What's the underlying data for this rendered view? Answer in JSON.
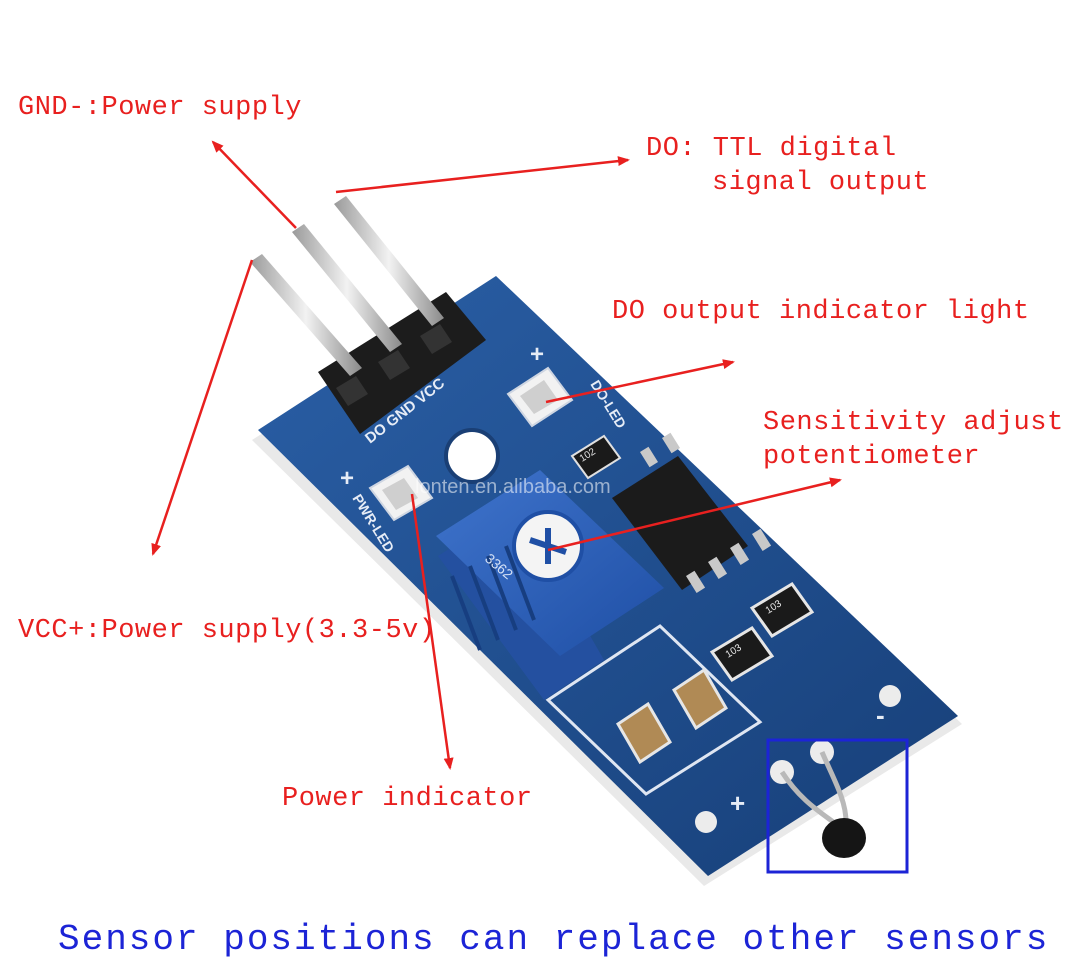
{
  "labels": {
    "gnd": "GND-:Power supply",
    "do_line1": "DO: TTL digital",
    "do_line2": "signal output",
    "do_led": "DO output indicator light",
    "sens_line1": "Sensitivity adjust",
    "sens_line2": "potentiometer",
    "vcc": "VCC+:Power supply(3.3-5v)",
    "power_ind": "Power indicator"
  },
  "caption": "Sensor positions can replace other sensors",
  "watermark": "lonten.en.alibaba.com",
  "silkscreen": {
    "pins": "DO GND VCC",
    "do_led": "DO-LED",
    "pwr_led": "PWR-LED",
    "plus": "+",
    "minus": "-",
    "pot_code": "3362",
    "chip_r": "102",
    "res1": "103",
    "res2": "103"
  },
  "colors": {
    "annotation": "#e8201f",
    "caption": "#1c24d6",
    "pcb": "#1f4f8f",
    "pot": "#2d5fb8",
    "highlight_box": "#1c24d6"
  }
}
